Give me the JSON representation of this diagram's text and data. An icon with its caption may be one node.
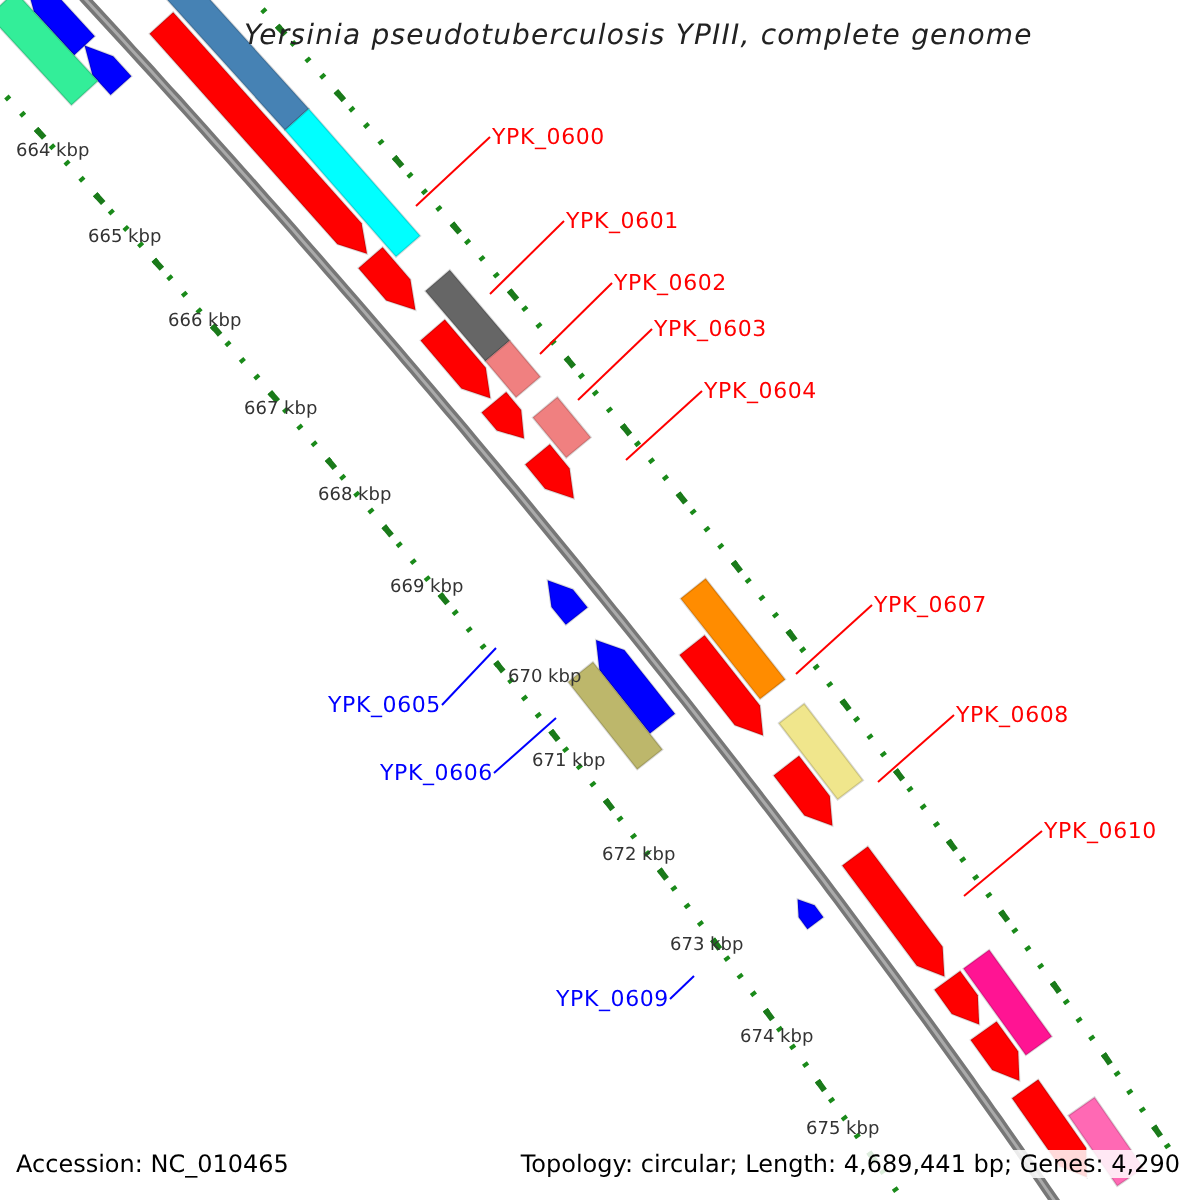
{
  "diagram": {
    "title": "Yersinia pseudotuberculosis YPIII, complete genome",
    "nodes": [
      {
        "text": [
          "YPK_0600"
        ]
      },
      {
        "text": [
          "YPK_0601"
        ]
      },
      {
        "text": [
          "YPK_0602"
        ]
      },
      {
        "text": [
          "YPK_0603"
        ]
      },
      {
        "text": [
          "YPK_0604"
        ]
      },
      {
        "text": [
          "YPK_0607"
        ]
      },
      {
        "text": [
          "YPK_0605"
        ]
      },
      {
        "text": [
          "YPK_0608"
        ]
      },
      {
        "text": [
          "YPK_0606"
        ]
      },
      {
        "text": [
          "YPK_0610"
        ]
      },
      {
        "text": [
          "YPK_0609"
        ]
      }
    ],
    "edges": [
      {
        "from": 0,
        "to": null,
        "arrow": "none"
      },
      {
        "from": 1,
        "to": null,
        "arrow": "none"
      },
      {
        "from": 2,
        "to": null,
        "arrow": "none"
      },
      {
        "from": 3,
        "to": null,
        "arrow": "none"
      },
      {
        "from": 4,
        "to": null,
        "arrow": "none"
      },
      {
        "from": 5,
        "to": null,
        "arrow": "none"
      },
      {
        "from": 6,
        "to": null,
        "arrow": "none",
        "color": "#0000ff"
      },
      {
        "from": 7,
        "to": null,
        "arrow": "none"
      },
      {
        "from": 8,
        "to": null,
        "arrow": "none",
        "color": "#0000ff"
      },
      {
        "from": 9,
        "to": null,
        "arrow": "none"
      },
      {
        "from": 10,
        "to": null,
        "arrow": "none",
        "color": "#0000ff"
      }
    ],
    "labels": [
      "664 kbp",
      "665 kbp",
      "666 kbp",
      "667 kbp",
      "668 kbp",
      "669 kbp",
      "670 kbp",
      "671 kbp",
      "672 kbp",
      "673 kbp",
      "674 kbp",
      "675 kbp",
      "Accession: NC_010465",
      "Topology: circular; Length: 4,689,441 bp; Genes: 4,290"
    ]
  }
}
